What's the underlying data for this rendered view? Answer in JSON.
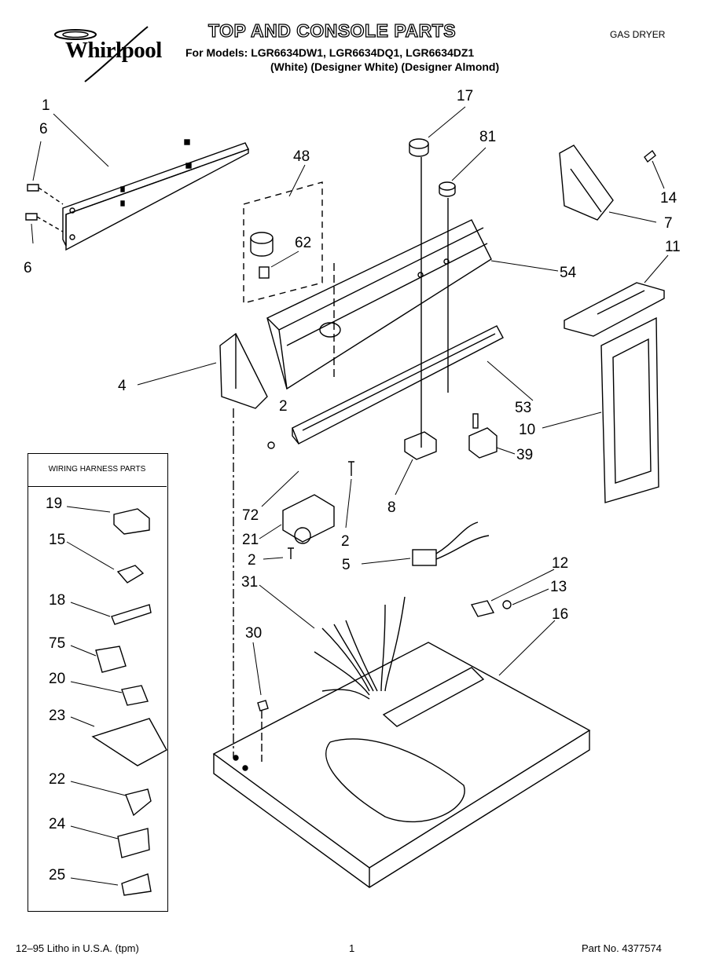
{
  "header": {
    "brand": "Whirlpool",
    "title": "TOP AND CONSOLE PARTS",
    "models_line": "For Models: LGR6634DW1, LGR6634DQ1, LGR6634DZ1",
    "variants_line": "(White) (Designer White) (Designer Almond)",
    "product_type": "GAS DRYER"
  },
  "harness_box": {
    "title": "WIRING HARNESS PARTS"
  },
  "callouts": [
    "1",
    "6",
    "6",
    "48",
    "62",
    "17",
    "81",
    "14",
    "7",
    "54",
    "11",
    "4",
    "2",
    "53",
    "10",
    "39",
    "8",
    "72",
    "21",
    "2",
    "2",
    "5",
    "31",
    "12",
    "13",
    "16",
    "30",
    "19",
    "15",
    "18",
    "75",
    "20",
    "23",
    "22",
    "24",
    "25"
  ],
  "footer": {
    "left": "12–95 Litho in U.S.A. (tpm)",
    "page": "1",
    "part_no": "Part No. 4377574"
  }
}
